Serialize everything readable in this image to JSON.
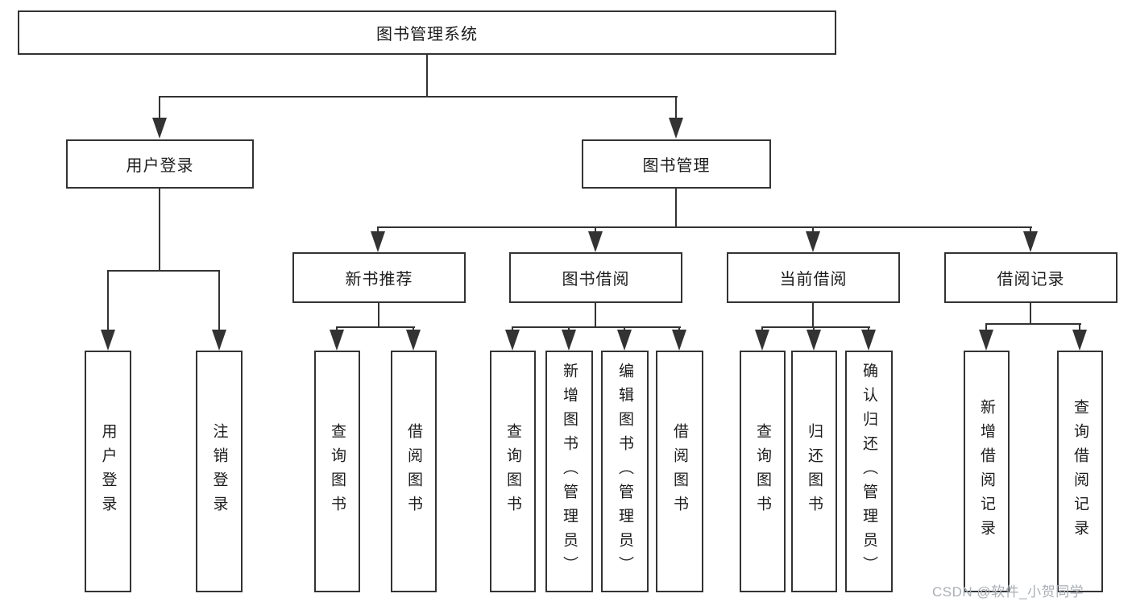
{
  "diagram": {
    "type": "hierarchy-tree",
    "root": {
      "label": "图书管理系统"
    },
    "level2": [
      {
        "label": "用户登录"
      },
      {
        "label": "图书管理"
      }
    ],
    "level3": [
      {
        "label": "新书推荐",
        "parent": "图书管理"
      },
      {
        "label": "图书借阅",
        "parent": "图书管理"
      },
      {
        "label": "当前借阅",
        "parent": "图书管理"
      },
      {
        "label": "借阅记录",
        "parent": "图书管理"
      }
    ],
    "leaves": [
      {
        "label": "用户登录",
        "parent": "用户登录"
      },
      {
        "label": "注销登录",
        "parent": "用户登录"
      },
      {
        "label": "查询图书",
        "parent": "新书推荐"
      },
      {
        "label": "借阅图书",
        "parent": "新书推荐"
      },
      {
        "label": "查询图书",
        "parent": "图书借阅"
      },
      {
        "label": "新增图书（管理员）",
        "parent": "图书借阅"
      },
      {
        "label": "编辑图书（管理员）",
        "parent": "图书借阅"
      },
      {
        "label": "借阅图书",
        "parent": "图书借阅"
      },
      {
        "label": "查询图书",
        "parent": "当前借阅"
      },
      {
        "label": "归还图书",
        "parent": "当前借阅"
      },
      {
        "label": "确认归还（管理员）",
        "parent": "当前借阅"
      },
      {
        "label": "新增借阅记录",
        "parent": "借阅记录"
      },
      {
        "label": "查询借阅记录",
        "parent": "借阅记录"
      }
    ]
  },
  "watermark": {
    "text": "CSDN @软件_小贺同学"
  },
  "colors": {
    "line": "#333333",
    "box_border": "#333333",
    "text": "#1c1c1c",
    "watermark": "#a9aeb4",
    "background": "#ffffff"
  }
}
